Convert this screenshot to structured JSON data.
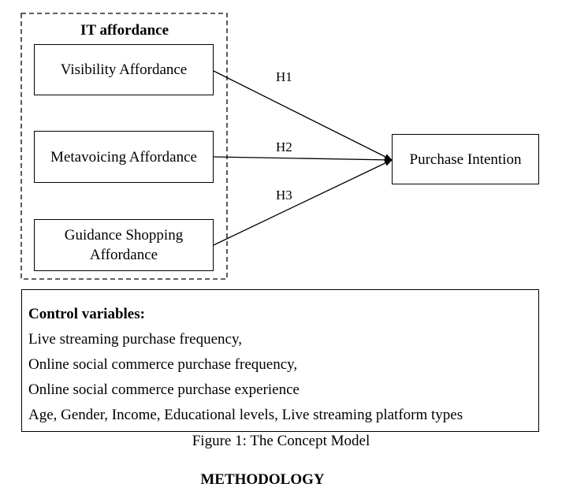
{
  "group": {
    "title": "IT affordance"
  },
  "constructs": {
    "visibility": "Visibility Affordance",
    "metavoicing": "Metavoicing Affordance",
    "guidance_line1": "Guidance Shopping",
    "guidance_line2": "Affordance",
    "outcome": "Purchase Intention"
  },
  "hypotheses": {
    "h1": "H1",
    "h2": "H2",
    "h3": "H3"
  },
  "control": {
    "title": "Control variables:",
    "items": [
      "Live streaming purchase frequency,",
      "Online social commerce purchase frequency,",
      "Online social commerce purchase experience",
      "Age, Gender, Income, Educational levels, Live streaming platform types"
    ]
  },
  "caption": "Figure 1: The Concept Model",
  "section_heading": "METHODOLOGY"
}
